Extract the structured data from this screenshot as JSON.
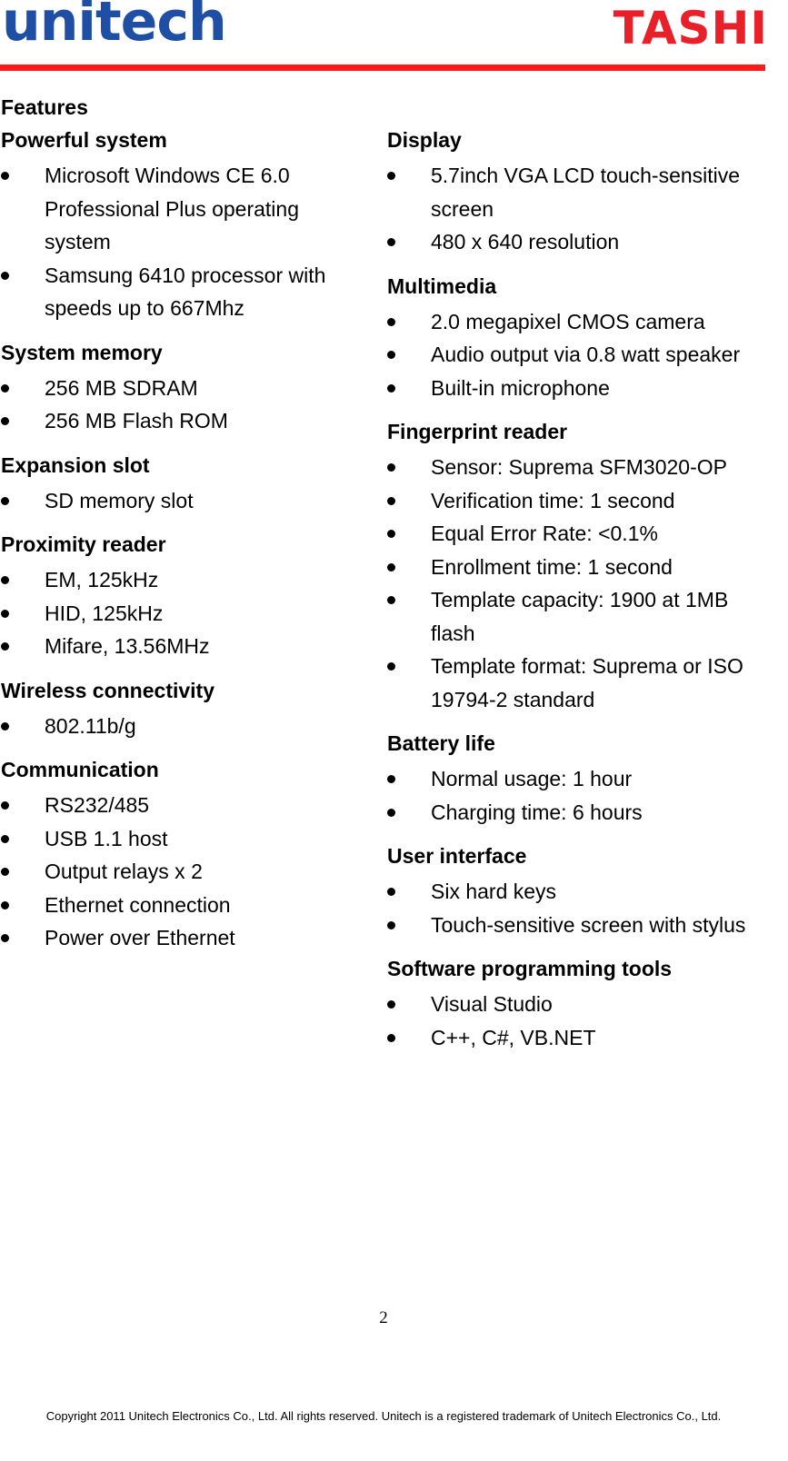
{
  "header": {
    "logo_left": "unitech",
    "logo_right": "TASHI"
  },
  "features_title": "Features",
  "left_column": [
    {
      "title": "Powerful system",
      "items": [
        "Microsoft Windows CE 6.0 Professional Plus operating system",
        "Samsung 6410 processor with speeds up to 667Mhz"
      ]
    },
    {
      "title": "System memory",
      "items": [
        "256 MB SDRAM",
        "256 MB Flash ROM"
      ]
    },
    {
      "title": "Expansion slot",
      "items": [
        "SD memory slot"
      ]
    },
    {
      "title": "Proximity reader",
      "items": [
        "EM, 125kHz",
        "HID, 125kHz",
        "Mifare, 13.56MHz"
      ]
    },
    {
      "title": "Wireless connectivity",
      "items": [
        "802.11b/g"
      ]
    },
    {
      "title": "Communication",
      "items": [
        "RS232/485",
        "USB 1.1 host",
        "Output relays x 2",
        "Ethernet connection",
        "Power over Ethernet"
      ]
    }
  ],
  "right_column": [
    {
      "title": "Display",
      "items": [
        "5.7inch VGA LCD touch-sensitive screen",
        "480 x 640 resolution"
      ]
    },
    {
      "title": "Multimedia",
      "items": [
        "2.0 megapixel CMOS camera",
        "Audio output via 0.8 watt speaker",
        "Built-in microphone"
      ]
    },
    {
      "title": "Fingerprint reader",
      "items": [
        "Sensor: Suprema SFM3020-OP",
        "Verification time: 1 second",
        "Equal Error Rate: <0.1%",
        "Enrollment time: 1 second",
        "Template capacity: 1900 at 1MB flash",
        "Template format: Suprema or ISO 19794-2 standard"
      ]
    },
    {
      "title": "Battery life",
      "items": [
        "Normal usage: 1 hour",
        "Charging time: 6 hours"
      ]
    },
    {
      "title": "User interface",
      "items": [
        "Six hard keys",
        "Touch-sensitive screen with stylus"
      ]
    },
    {
      "title": "Software programming tools",
      "items": [
        "Visual Studio",
        "C++, C#, VB.NET"
      ]
    }
  ],
  "page_number": "2",
  "copyright": "Copyright 2011 Unitech Electronics Co., Ltd. All rights reserved. Unitech is a registered trademark of Unitech Electronics Co., Ltd."
}
